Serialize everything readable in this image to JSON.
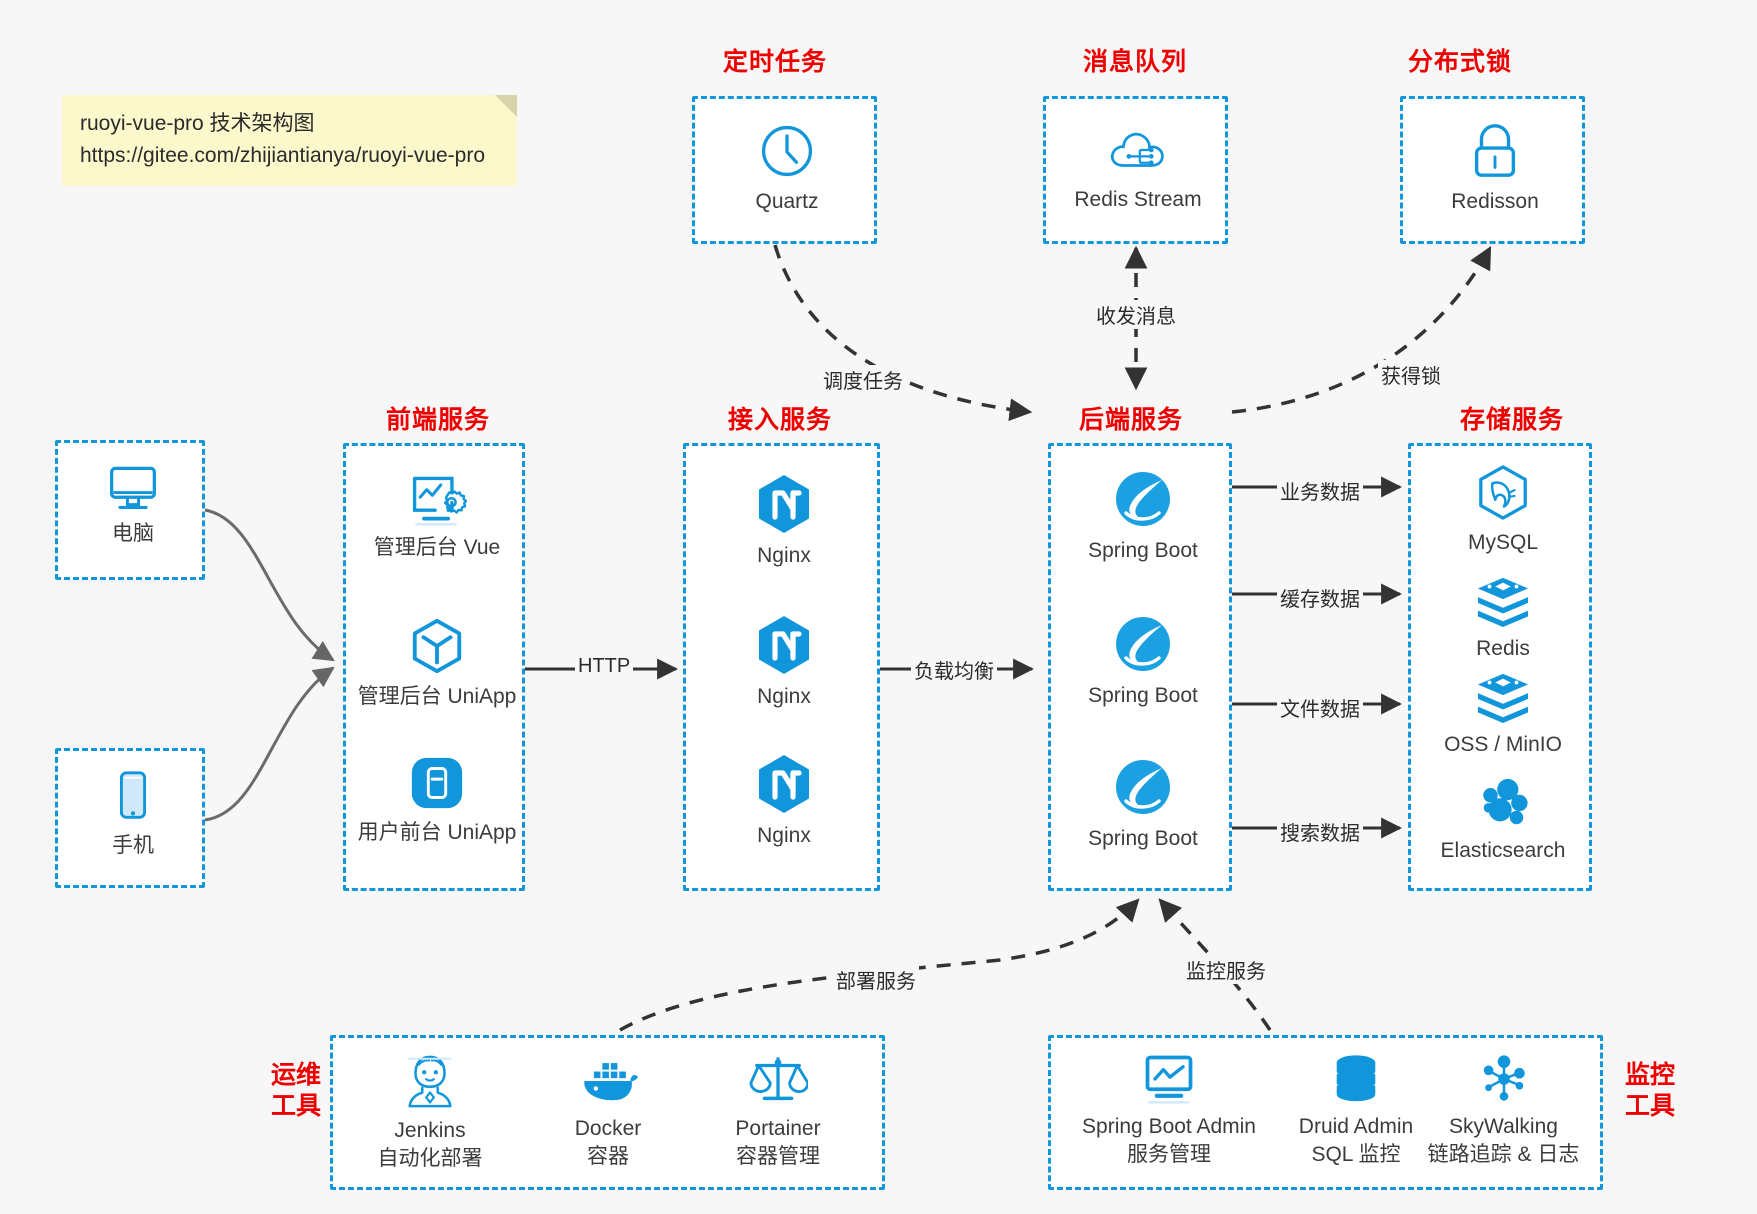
{
  "note": {
    "line1": "ruoyi-vue-pro 技术架构图",
    "line2": "https://gitee.com/zhijiantianya/ruoyi-vue-pro"
  },
  "colors": {
    "accent": "#1296db",
    "group_border": "#1296db",
    "title_red": "#ee0000",
    "text": "#3c3c3c",
    "canvas": "#f7f7f7",
    "sticky": "#fbf8cc",
    "edge": "#555555",
    "edge_dashed": "#333333"
  },
  "groups": {
    "scheduler": {
      "title": "定时任务",
      "nodes": [
        {
          "label": "Quartz",
          "icon": "clock-icon"
        }
      ]
    },
    "mq": {
      "title": "消息队列",
      "nodes": [
        {
          "label": "Redis Stream",
          "icon": "cloud-network-icon"
        }
      ]
    },
    "lock": {
      "title": "分布式锁",
      "nodes": [
        {
          "label": "Redisson",
          "icon": "padlock-icon"
        }
      ]
    },
    "devices": {
      "title": "",
      "nodes": [
        {
          "label": "电脑",
          "icon": "desktop-monitor-icon"
        },
        {
          "label": "手机",
          "icon": "mobile-phone-icon"
        }
      ]
    },
    "frontend": {
      "title": "前端服务",
      "nodes": [
        {
          "label": "管理后台 Vue",
          "icon": "dashboard-gear-icon"
        },
        {
          "label": "管理后台 UniApp",
          "icon": "cube-icon"
        },
        {
          "label": "用户前台 UniApp",
          "icon": "app-window-icon"
        }
      ]
    },
    "gateway": {
      "title": "接入服务",
      "nodes": [
        {
          "label": "Nginx",
          "icon": "nginx-icon"
        },
        {
          "label": "Nginx",
          "icon": "nginx-icon"
        },
        {
          "label": "Nginx",
          "icon": "nginx-icon"
        }
      ]
    },
    "backend": {
      "title": "后端服务",
      "nodes": [
        {
          "label": "Spring Boot",
          "icon": "spring-boot-icon"
        },
        {
          "label": "Spring Boot",
          "icon": "spring-boot-icon"
        },
        {
          "label": "Spring Boot",
          "icon": "spring-boot-icon"
        }
      ]
    },
    "storage": {
      "title": "存储服务",
      "nodes": [
        {
          "label": "MySQL",
          "icon": "mysql-dolphin-icon"
        },
        {
          "label": "Redis",
          "icon": "redis-stack-icon"
        },
        {
          "label": "OSS / MinIO",
          "icon": "object-storage-icon"
        },
        {
          "label": "Elasticsearch",
          "icon": "elasticsearch-icon"
        }
      ]
    },
    "devops": {
      "title": "运维\n工具",
      "title_line1": "运维",
      "title_line2": "工具",
      "nodes": [
        {
          "label": "Jenkins",
          "sublabel": "自动化部署",
          "icon": "jenkins-butler-icon"
        },
        {
          "label": "Docker",
          "sublabel": "容器",
          "icon": "docker-whale-icon"
        },
        {
          "label": "Portainer",
          "sublabel": "容器管理",
          "icon": "scales-balance-icon"
        }
      ]
    },
    "monitoring": {
      "title_line1": "监控",
      "title_line2": "工具",
      "nodes": [
        {
          "label": "Spring Boot Admin",
          "sublabel": "服务管理",
          "icon": "monitor-chart-icon"
        },
        {
          "label": "Druid Admin",
          "sublabel": "SQL 监控",
          "icon": "database-cylinder-icon"
        },
        {
          "label": "SkyWalking",
          "sublabel": "链路追踪 & 日志",
          "icon": "node-graph-icon"
        }
      ]
    }
  },
  "edges": [
    {
      "id": "http",
      "label": "HTTP"
    },
    {
      "id": "load-balance",
      "label": "负载均衡"
    },
    {
      "id": "schedule-task",
      "label": "调度任务"
    },
    {
      "id": "send-receive-message",
      "label": "收发消息"
    },
    {
      "id": "acquire-lock",
      "label": "获得锁"
    },
    {
      "id": "business-data",
      "label": "业务数据"
    },
    {
      "id": "cache-data",
      "label": "缓存数据"
    },
    {
      "id": "file-data",
      "label": "文件数据"
    },
    {
      "id": "search-data",
      "label": "搜索数据"
    },
    {
      "id": "deploy-service",
      "label": "部署服务"
    },
    {
      "id": "monitor-service",
      "label": "监控服务"
    }
  ]
}
